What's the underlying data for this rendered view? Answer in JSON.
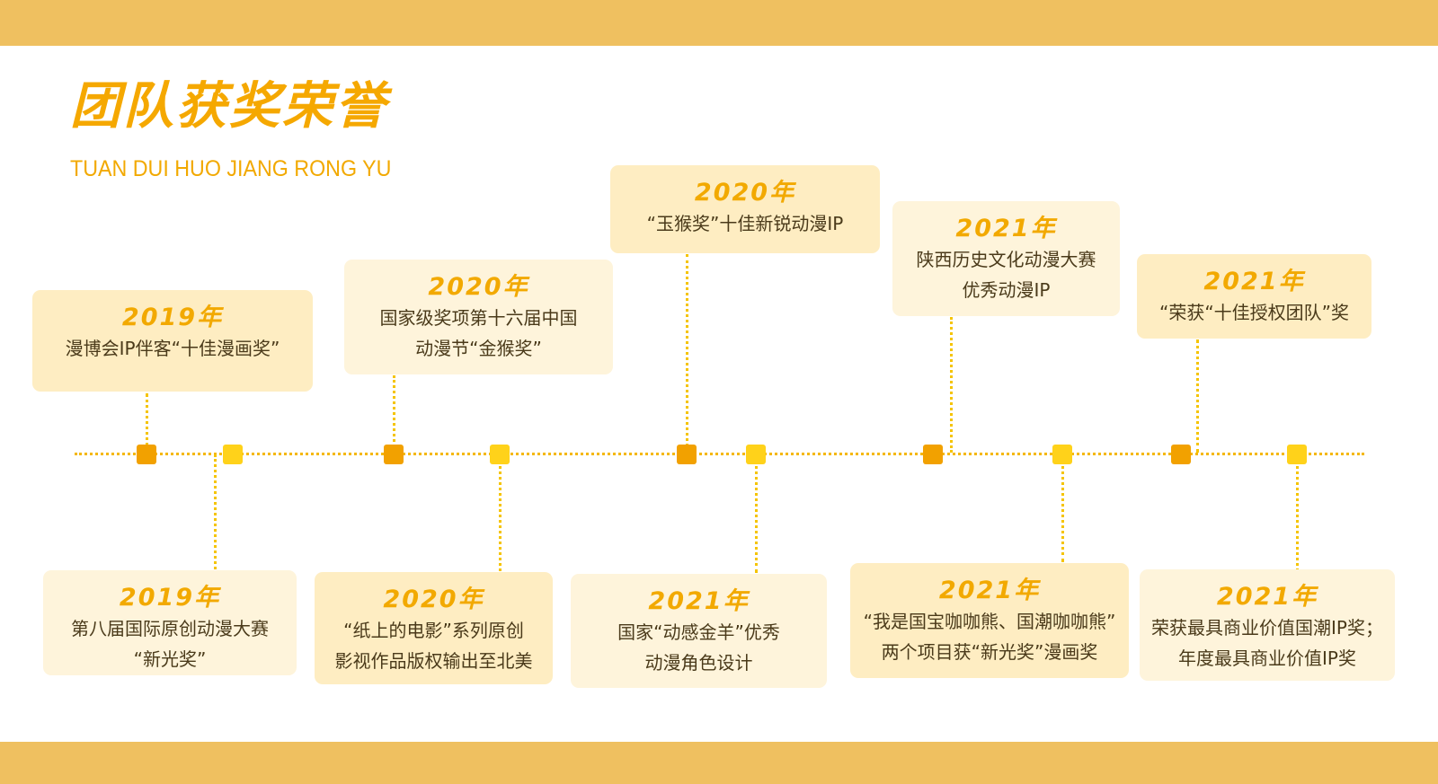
{
  "header": {
    "title": "团队获奖荣誉",
    "subtitle": "TUAN DUI HUO JIANG RONG YU"
  },
  "top_awards": [
    {
      "year": "2019年",
      "line1": "漫博会IP伴客“十佳漫画奖”",
      "line2": ""
    },
    {
      "year": "2020年",
      "line1": "国家级奖项第十六届中国",
      "line2": "动漫节“金猴奖”"
    },
    {
      "year": "2020年",
      "line1": "“玉猴奖”十佳新锐动漫IP",
      "line2": ""
    },
    {
      "year": "2021年",
      "line1": "陕西历史文化动漫大赛",
      "line2": "优秀动漫IP"
    },
    {
      "year": "2021年",
      "line1": "“荣获“十佳授权团队”奖",
      "line2": ""
    }
  ],
  "bottom_awards": [
    {
      "year": "2019年",
      "line1": "第八届国际原创动漫大赛",
      "line2": "“新光奖”"
    },
    {
      "year": "2020年",
      "line1": "“纸上的电影”系列原创",
      "line2": "影视作品版权输出至北美"
    },
    {
      "year": "2021年",
      "line1": "国家“动感金羊”优秀",
      "line2": "动漫角色设计"
    },
    {
      "year": "2021年",
      "line1": "“我是国宝咖咖熊、国潮咖咖熊”",
      "line2": "两个项目获“新光奖”漫画奖"
    },
    {
      "year": "2021年",
      "line1": "荣获最具商业价值国潮IP奖；",
      "line2": "年度最具商业价值IP奖"
    }
  ],
  "colors": {
    "band": "#efc060",
    "accent": "#f5a800",
    "node_orange": "#f2a100",
    "node_yellow": "#ffd21a",
    "card_light": "#fef4db",
    "card_mid": "#feedc2",
    "text": "#4a3a1a"
  }
}
